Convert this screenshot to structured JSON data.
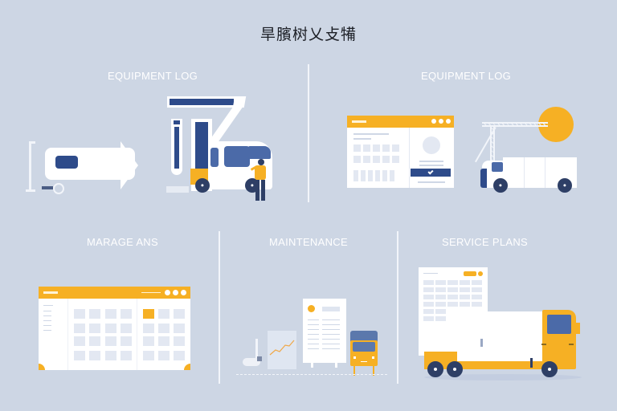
{
  "header": {
    "title": "旱臏树乂攴犕"
  },
  "sections": [
    {
      "id": "equipment-log-1",
      "label": "EQUIPMENT LOG"
    },
    {
      "id": "equipment-log-2",
      "label": "EQUIPMENT LOG"
    },
    {
      "id": "manage-plans",
      "label": "MARAGE ANS"
    },
    {
      "id": "maintenance",
      "label": "MAINTENANCE"
    },
    {
      "id": "service-plans",
      "label": "SERVICE PLANS"
    }
  ],
  "colors": {
    "background": "#cdd6e4",
    "accent_orange": "#f6b024",
    "navy": "#2e4b8a",
    "white": "#ffffff",
    "divider": "#f2f5fa"
  },
  "icons": {
    "trailer": "trailer-icon",
    "bucket-truck": "bucket-truck-icon",
    "technician": "technician-icon",
    "dashboard-window": "dashboard-window-icon",
    "crane-truck": "crane-truck-icon",
    "sun": "sun-icon",
    "calendar-window": "calendar-window-icon",
    "hand-truck": "hand-truck-icon",
    "trend-chart": "trend-chart-icon",
    "report-document": "report-document-icon",
    "bus": "bus-icon",
    "schedule-sheet": "schedule-sheet-icon",
    "box-truck": "box-truck-icon"
  }
}
